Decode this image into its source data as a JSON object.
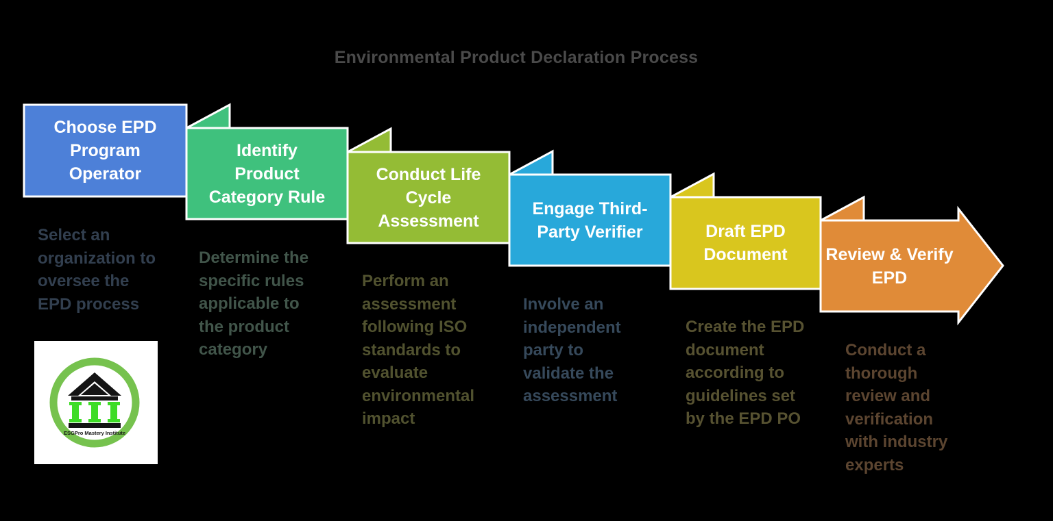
{
  "background_color": "#000000",
  "border_color": "#ffffff",
  "title": {
    "text": "Environmental Product Declaration Process",
    "color": "#4a4a4a"
  },
  "steps": [
    {
      "title": "Choose EPD Program Operator",
      "title_lines": [
        "Choose EPD",
        "Program",
        "Operator"
      ],
      "description": "Select an organization to oversee the EPD process",
      "description_lines": [
        "Select an",
        "organization to",
        "oversee the",
        "EPD process"
      ],
      "box_color": "#4d80d8",
      "description_color": "#323f4f"
    },
    {
      "title": "Identify Product Category Rule",
      "title_lines": [
        "Identify",
        "Product",
        "Category Rule"
      ],
      "description": "Determine the specific rules applicable to the product category",
      "description_lines": [
        "Determine the",
        "specific rules",
        "applicable to",
        "the product",
        "category"
      ],
      "box_color": "#3fc17d",
      "description_color": "#41554a"
    },
    {
      "title": "Conduct Life Cycle Assessment",
      "title_lines": [
        "Conduct Life",
        "Cycle",
        "Assessment"
      ],
      "description": "Perform an assessment following ISO standards to evaluate environmental impact",
      "description_lines": [
        "Perform an",
        "assessment",
        "following ISO",
        "standards to",
        "evaluate",
        "environmental",
        "impact"
      ],
      "box_color": "#94bc35",
      "description_color": "#51522f"
    },
    {
      "title": "Engage Third-Party Verifier",
      "title_lines": [
        "Engage Third-",
        "Party Verifier"
      ],
      "description": "Involve an independent party to validate the assessment",
      "description_lines": [
        "Involve an",
        "independent",
        "party to",
        "validate the",
        "assessment"
      ],
      "box_color": "#28a8da",
      "description_color": "#36495b"
    },
    {
      "title": "Draft EPD Document",
      "title_lines": [
        "Draft EPD",
        "Document"
      ],
      "description": "Create the EPD document according to guidelines set by the EPD PO",
      "description_lines": [
        "Create the EPD",
        "document",
        "according to",
        "guidelines set",
        "by the EPD PO"
      ],
      "box_color": "#d9c61e",
      "description_color": "#575231"
    },
    {
      "title": "Review & Verify EPD",
      "title_lines": [
        "Review & Verify",
        "EPD"
      ],
      "description": "Conduct a thorough review and verification with industry experts",
      "description_lines": [
        "Conduct a",
        "thorough",
        "review and",
        "verification",
        "with industry",
        "experts"
      ],
      "box_color": "#e08b38",
      "description_color": "#5c4530"
    }
  ],
  "logo": {
    "caption": "ESGPro Mastery Institute",
    "ring_color": "#76c24e",
    "pillar_color": "#3edc26",
    "structure_color": "#141414",
    "background_color": "#ffffff"
  }
}
